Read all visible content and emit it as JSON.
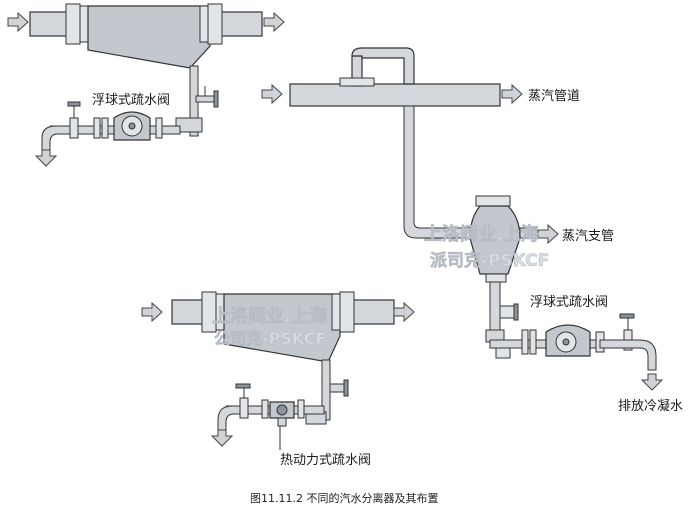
{
  "labels": {
    "float_trap_top": "浮球式疏水阀",
    "steam_main": "蒸汽管道",
    "steam_branch": "蒸汽支管",
    "float_trap_right": "浮球式疏水阀",
    "drain_condensate": "排放冷凝水",
    "thermo_trap": "热动力式疏水阀"
  },
  "watermark": {
    "line1_a": "上洛阀业.上海",
    "line2_a": "派司克-PSKCF",
    "line1_b": "上洛阀业.上海",
    "line2_b": "公司克-PSKCF"
  },
  "caption": "图11.11.2  不同的汽水分离器及其布置",
  "icons": {
    "flow_arrow": "flow-arrow-icon",
    "drain_arrow": "drain-arrow-icon",
    "valve_handwheel": "handwheel-icon"
  }
}
